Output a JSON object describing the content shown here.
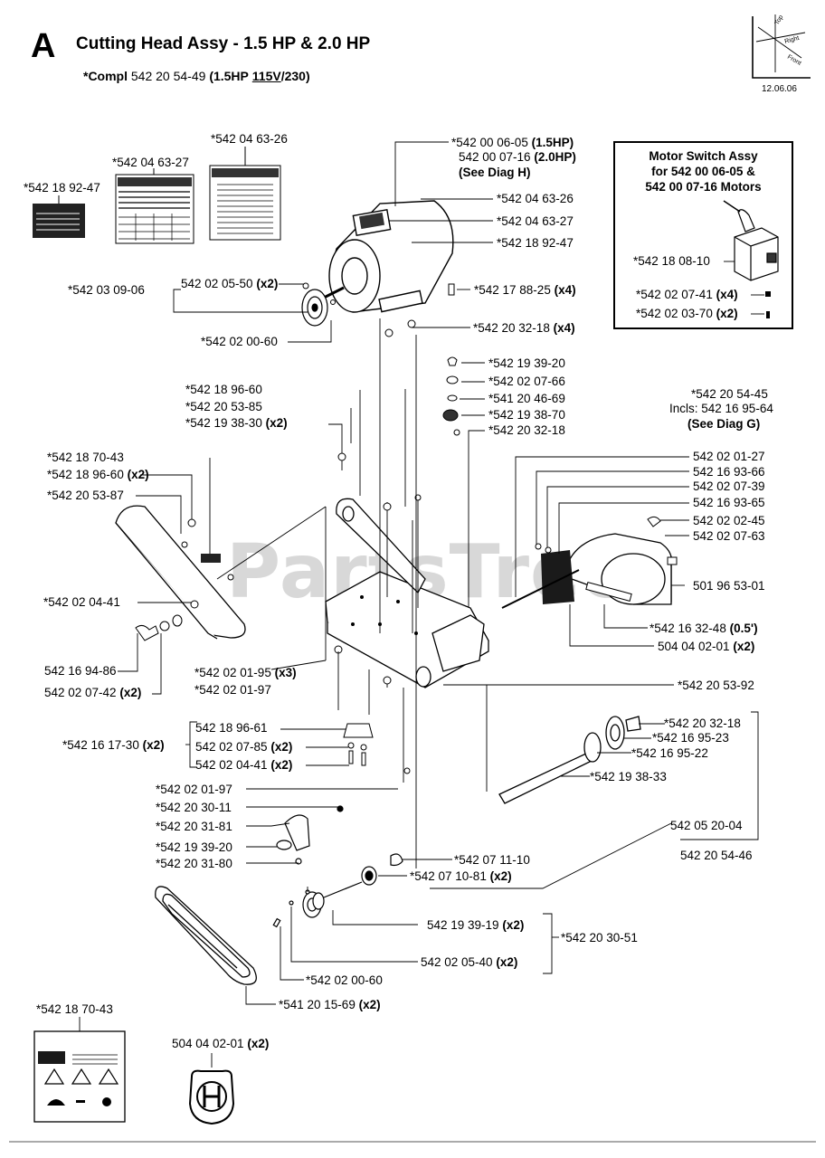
{
  "header": {
    "section_letter": "A",
    "title": "Cutting Head Assy - 1.5 HP & 2.0 HP",
    "compl_prefix": "*Compl",
    "compl_part": "542 20 54-49",
    "compl_open": "(1.5HP",
    "compl_volt1": "115V",
    "compl_volt2": "/230)",
    "date": "12.06.06",
    "axis_labels": [
      "Top",
      "Right",
      "Front"
    ]
  },
  "watermark": "PartsTree",
  "motor_switch_box": {
    "title_line1": "Motor Switch Assy",
    "title_line2": "for 542 00 06-05 &",
    "title_line3": "542 00 07-16 Motors",
    "parts": [
      {
        "part": "*542 18 08-10",
        "qty": ""
      },
      {
        "part": "*542 02 07-41",
        "qty": "(x4)"
      },
      {
        "part": "*542 02 03-70",
        "qty": "(x2)"
      }
    ]
  },
  "labels": {
    "decal_2": "*542 04 63-26",
    "decal_1": "*542 04 63-27",
    "decal_0": "*542 18 92-47",
    "motor_15": "*542 00 06-05",
    "motor_15_qty": "(1.5HP)",
    "motor_20": "542 00 07-16",
    "motor_20_qty": "(2.0HP)",
    "motor_diag": "(See Diag H)",
    "m_decal_1": "*542 04 63-26",
    "m_decal_2": "*542 04 63-27",
    "m_decal_3": "*542 18 92-47",
    "pulley_grp": "*542 03 09-06",
    "pulley_screw": "542 02 05-50",
    "pulley_screw_qty": "(x2)",
    "pulley_key": "*542 02 00-60",
    "motor_bolt": "*542 17 88-25",
    "motor_bolt_qty": "(x4)",
    "motor_nut": "*542 20 32-18",
    "motor_nut_qty": "(x4)",
    "knob_a": "*542 19 39-20",
    "knob_b": "*542 02 07-66",
    "knob_c": "*541 20 46-69",
    "knob_d": "*542 19 38-70",
    "knob_e": "*542 20 32-18",
    "mount_a": "*542 18 96-60",
    "mount_b": "*542 20 53-85",
    "mount_c": "*542 19 38-30",
    "mount_c_qty": "(x2)",
    "guard_a": "*542 18 70-43",
    "guard_b": "*542 18 96-60",
    "guard_b_qty": "(x2)",
    "guard_c": "*542 20 53-87",
    "guard_bolt": "*542 02 04-41",
    "guard_knob": "542 16 94-86",
    "guard_washer": "542 02 07-42",
    "guard_washer_qty": "(x2)",
    "blade_guard": "*542 20 54-45",
    "blade_incls": "Incls: 542 16 95-64",
    "blade_diag": "(See Diag G)",
    "bg_1": "542 02 01-27",
    "bg_2": "542 16 93-66",
    "bg_3": "542 02 07-39",
    "bg_4": "542 16 93-65",
    "bg_5": "542 02 02-45",
    "bg_6": "542 02 07-63",
    "bg_7": "501 96 53-01",
    "bg_8": "*542 16 32-48",
    "bg_8_qty": "(0.5')",
    "bg_9": "504 04 02-01",
    "bg_9_qty": "(x2)",
    "base_a": "*542 02 01-95",
    "base_a_qty": "(x3)",
    "base_b": "*542 02 01-97",
    "shaft_grp": "*542 20 53-92",
    "clamp_grp": "*542 16 17-30",
    "clamp_grp_qty": "(x2)",
    "clamp_a": "542 18 96-61",
    "clamp_b": "542 02 07-85",
    "clamp_b_qty": "(x2)",
    "clamp_c": "542 02 04-41",
    "clamp_c_qty": "(x2)",
    "sh_nut": "*542 20 32-18",
    "sh_bear": "*542 16 95-23",
    "sh_bear2": "*542 16 95-22",
    "sh_shaft": "*542 19 38-33",
    "lever_a": "*542 02 01-97",
    "lever_b": "*542 20 30-11",
    "lever_c": "*542 20 31-81",
    "lever_d": "*542 19 39-20",
    "lever_e": "*542 20 31-80",
    "shaft_assy_a": "542 05 20-04",
    "shaft_assy_b": "542 20 54-46",
    "ring": "*542 07 11-10",
    "bearing": "*542 07 10-81",
    "bearing_qty": "(x2)",
    "dp_screw": "542 19 39-19",
    "dp_screw_qty": "(x2)",
    "dp_grp": "*542 20 30-51",
    "dp_set": "542 02 05-40",
    "dp_set_qty": "(x2)",
    "dp_key": "*542 02 00-60",
    "belt": "*541 20 15-69",
    "belt_qty": "(x2)",
    "bottom_decal": "*542 18 70-43",
    "logo_decal": "504 04 02-01",
    "logo_decal_qty": "(x2)"
  }
}
